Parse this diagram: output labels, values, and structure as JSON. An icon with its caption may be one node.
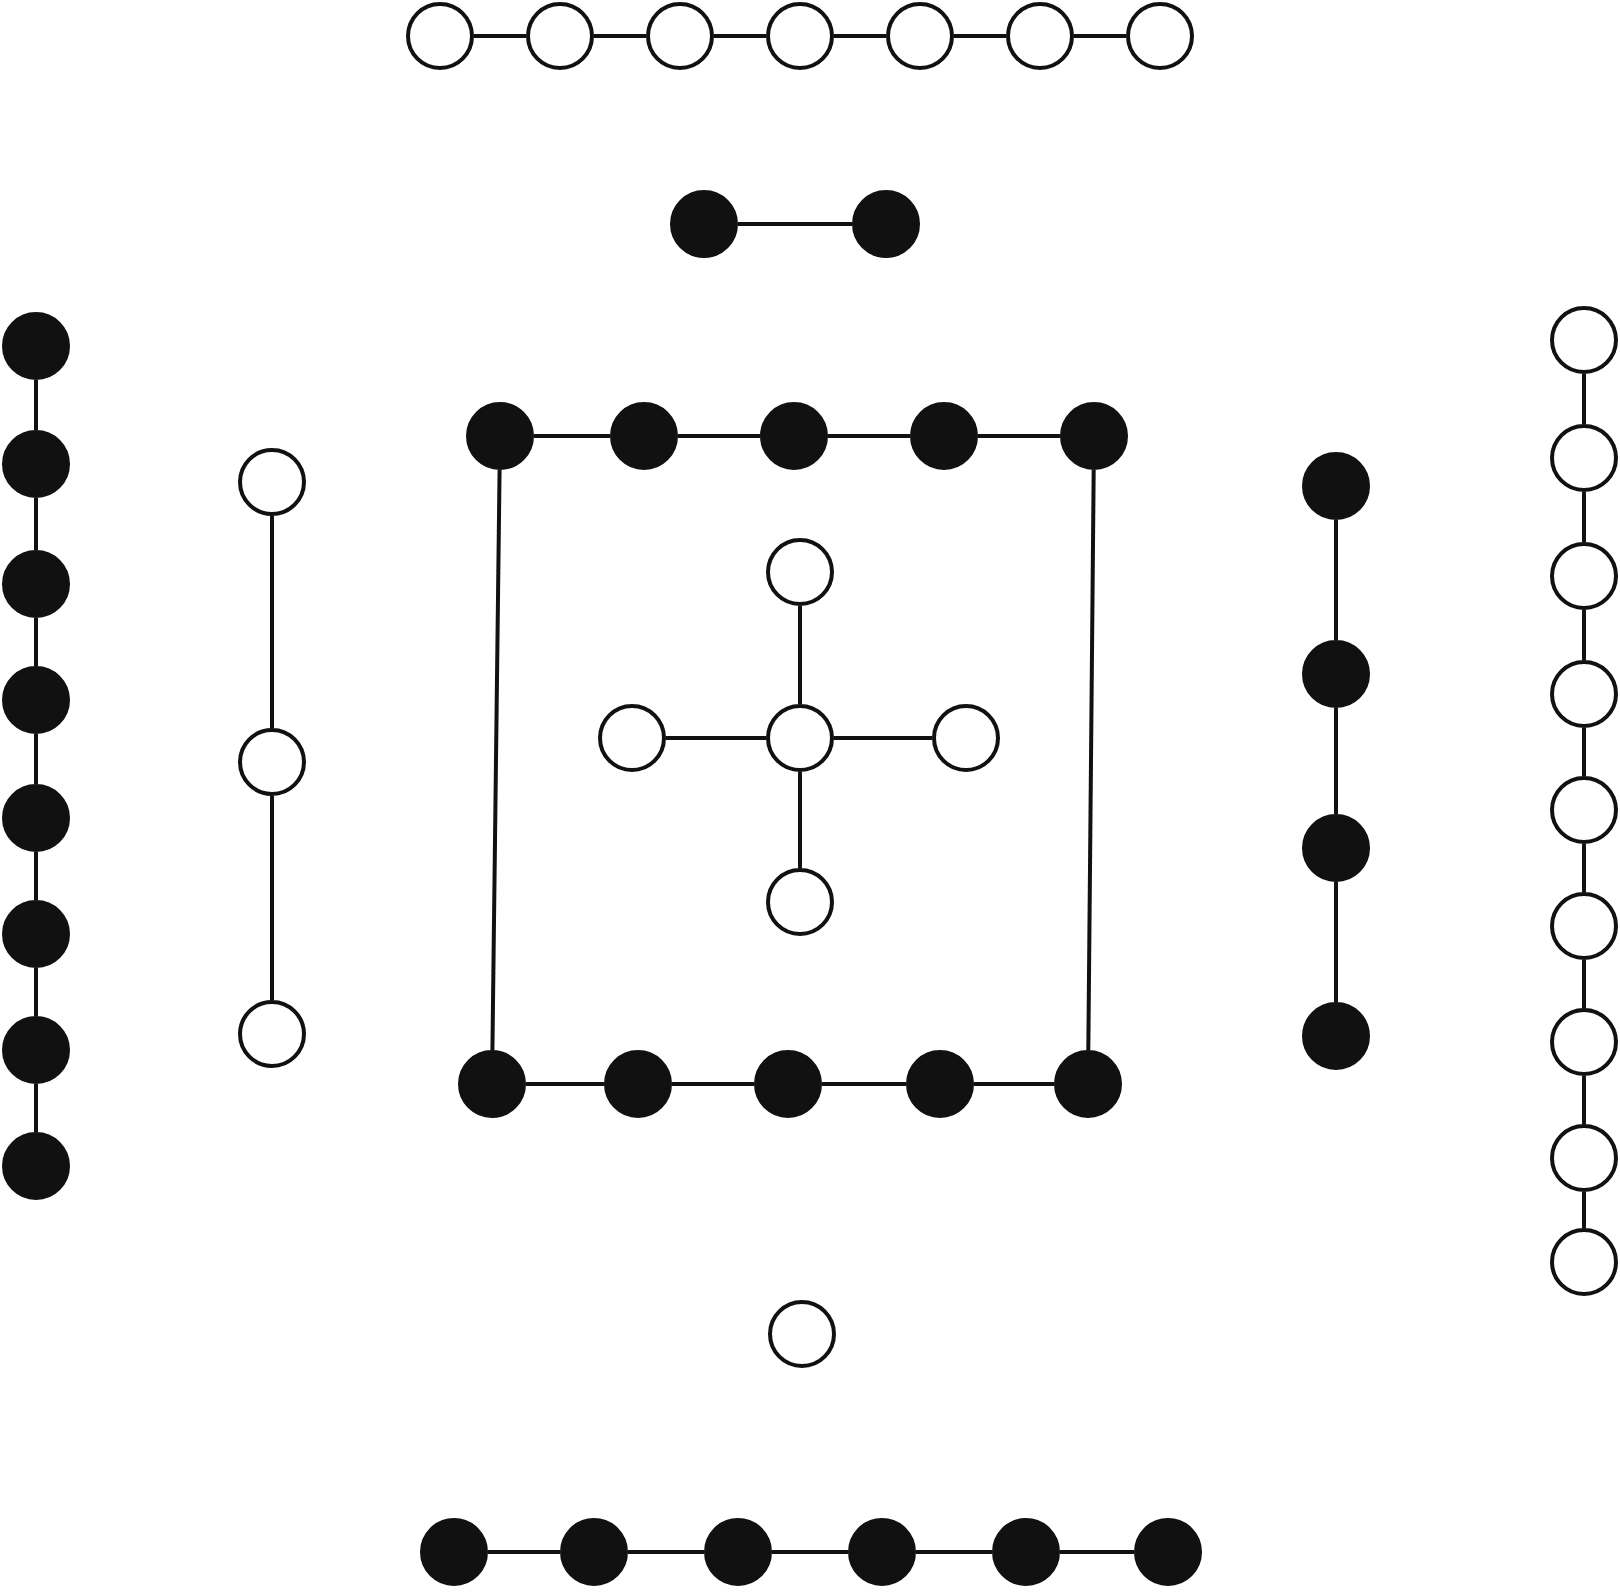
{
  "diagram": {
    "nodes": [
      {
        "text": [],
        "shape": "circle"
      },
      {
        "text": [],
        "shape": "circle"
      },
      {
        "text": [],
        "shape": "circle"
      },
      {
        "text": [],
        "shape": "circle"
      },
      {
        "text": [],
        "shape": "circle"
      },
      {
        "text": [],
        "shape": "circle"
      },
      {
        "text": [],
        "shape": "circle"
      },
      {
        "text": [],
        "shape": "dot"
      },
      {
        "text": [],
        "shape": "dot"
      },
      {
        "text": [],
        "shape": "dot"
      },
      {
        "text": [],
        "shape": "dot"
      },
      {
        "text": [],
        "shape": "dot"
      },
      {
        "text": [],
        "shape": "dot"
      },
      {
        "text": [],
        "shape": "dot"
      },
      {
        "text": [],
        "shape": "dot"
      },
      {
        "text": [],
        "shape": "dot"
      },
      {
        "text": [],
        "shape": "dot"
      },
      {
        "text": [],
        "shape": "circle"
      },
      {
        "text": [],
        "shape": "circle"
      },
      {
        "text": [],
        "shape": "circle"
      },
      {
        "text": [],
        "shape": "dot"
      },
      {
        "text": [],
        "shape": "dot"
      },
      {
        "text": [],
        "shape": "dot"
      },
      {
        "text": [],
        "shape": "dot"
      },
      {
        "text": [],
        "shape": "dot"
      },
      {
        "text": [],
        "shape": "circle"
      },
      {
        "text": [],
        "shape": "circle"
      },
      {
        "text": [],
        "shape": "circle"
      },
      {
        "text": [],
        "shape": "circle"
      },
      {
        "text": [],
        "shape": "circle"
      },
      {
        "text": [],
        "shape": "dot"
      },
      {
        "text": [],
        "shape": "dot"
      },
      {
        "text": [],
        "shape": "dot"
      },
      {
        "text": [],
        "shape": "dot"
      },
      {
        "text": [],
        "shape": "circle"
      },
      {
        "text": [],
        "shape": "circle"
      },
      {
        "text": [],
        "shape": "circle"
      },
      {
        "text": [],
        "shape": "circle"
      },
      {
        "text": [],
        "shape": "circle"
      },
      {
        "text": [],
        "shape": "circle"
      },
      {
        "text": [],
        "shape": "circle"
      },
      {
        "text": [],
        "shape": "circle"
      },
      {
        "text": [],
        "shape": "circle"
      },
      {
        "text": [],
        "shape": "dot"
      },
      {
        "text": [],
        "shape": "dot"
      },
      {
        "text": [],
        "shape": "dot"
      },
      {
        "text": [],
        "shape": "dot"
      },
      {
        "text": [],
        "shape": "dot"
      },
      {
        "text": [],
        "shape": "circle"
      },
      {
        "text": [],
        "shape": "dot"
      },
      {
        "text": [],
        "shape": "dot"
      },
      {
        "text": [],
        "shape": "dot"
      },
      {
        "text": [],
        "shape": "dot"
      },
      {
        "text": [],
        "shape": "dot"
      },
      {
        "text": [],
        "shape": "dot"
      }
    ],
    "edges": [
      {
        "from": 0,
        "to": 1,
        "arrow": "none"
      },
      {
        "from": 1,
        "to": 2,
        "arrow": "none"
      },
      {
        "from": 2,
        "to": 3,
        "arrow": "none"
      },
      {
        "from": 3,
        "to": 4,
        "arrow": "none"
      },
      {
        "from": 4,
        "to": 5,
        "arrow": "none"
      },
      {
        "from": 5,
        "to": 6,
        "arrow": "none"
      },
      {
        "from": 7,
        "to": 8,
        "arrow": "none"
      },
      {
        "from": 9,
        "to": 10,
        "arrow": "none"
      },
      {
        "from": 10,
        "to": 11,
        "arrow": "none"
      },
      {
        "from": 11,
        "to": 12,
        "arrow": "none"
      },
      {
        "from": 12,
        "to": 13,
        "arrow": "none"
      },
      {
        "from": 13,
        "to": 14,
        "arrow": "none"
      },
      {
        "from": 14,
        "to": 15,
        "arrow": "none"
      },
      {
        "from": 15,
        "to": 16,
        "arrow": "none"
      },
      {
        "from": 17,
        "to": 18,
        "arrow": "none"
      },
      {
        "from": 18,
        "to": 19,
        "arrow": "none"
      },
      {
        "from": 20,
        "to": 21,
        "arrow": "none"
      },
      {
        "from": 21,
        "to": 22,
        "arrow": "none"
      },
      {
        "from": 22,
        "to": 23,
        "arrow": "none"
      },
      {
        "from": 23,
        "to": 24,
        "arrow": "none"
      },
      {
        "from": 20,
        "to": 43,
        "arrow": "none"
      },
      {
        "from": 24,
        "to": 47,
        "arrow": "none"
      },
      {
        "from": 25,
        "to": 27,
        "arrow": "none"
      },
      {
        "from": 26,
        "to": 27,
        "arrow": "none"
      },
      {
        "from": 27,
        "to": 28,
        "arrow": "none"
      },
      {
        "from": 27,
        "to": 29,
        "arrow": "none"
      },
      {
        "from": 30,
        "to": 31,
        "arrow": "none"
      },
      {
        "from": 31,
        "to": 32,
        "arrow": "none"
      },
      {
        "from": 32,
        "to": 33,
        "arrow": "none"
      },
      {
        "from": 34,
        "to": 35,
        "arrow": "none"
      },
      {
        "from": 35,
        "to": 36,
        "arrow": "none"
      },
      {
        "from": 36,
        "to": 37,
        "arrow": "none"
      },
      {
        "from": 37,
        "to": 38,
        "arrow": "none"
      },
      {
        "from": 38,
        "to": 39,
        "arrow": "none"
      },
      {
        "from": 39,
        "to": 40,
        "arrow": "none"
      },
      {
        "from": 40,
        "to": 41,
        "arrow": "none"
      },
      {
        "from": 41,
        "to": 42,
        "arrow": "none"
      },
      {
        "from": 43,
        "to": 44,
        "arrow": "none"
      },
      {
        "from": 44,
        "to": 45,
        "arrow": "none"
      },
      {
        "from": 45,
        "to": 46,
        "arrow": "none"
      },
      {
        "from": 46,
        "to": 47,
        "arrow": "none"
      },
      {
        "from": 49,
        "to": 50,
        "arrow": "none"
      },
      {
        "from": 50,
        "to": 51,
        "arrow": "none"
      },
      {
        "from": 51,
        "to": 52,
        "arrow": "none"
      },
      {
        "from": 52,
        "to": 53,
        "arrow": "none"
      },
      {
        "from": 53,
        "to": 54,
        "arrow": "none"
      }
    ]
  }
}
